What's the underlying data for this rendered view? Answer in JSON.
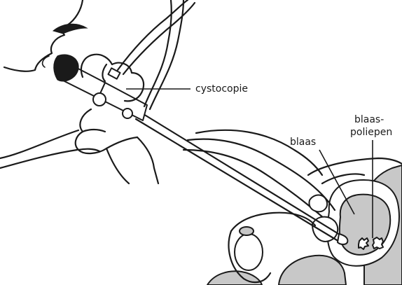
{
  "labels": {
    "cystoscope": "cystocopie",
    "bladder": "blaas",
    "polyps_line1": "blaas-",
    "polyps_line2": "poliepen"
  }
}
